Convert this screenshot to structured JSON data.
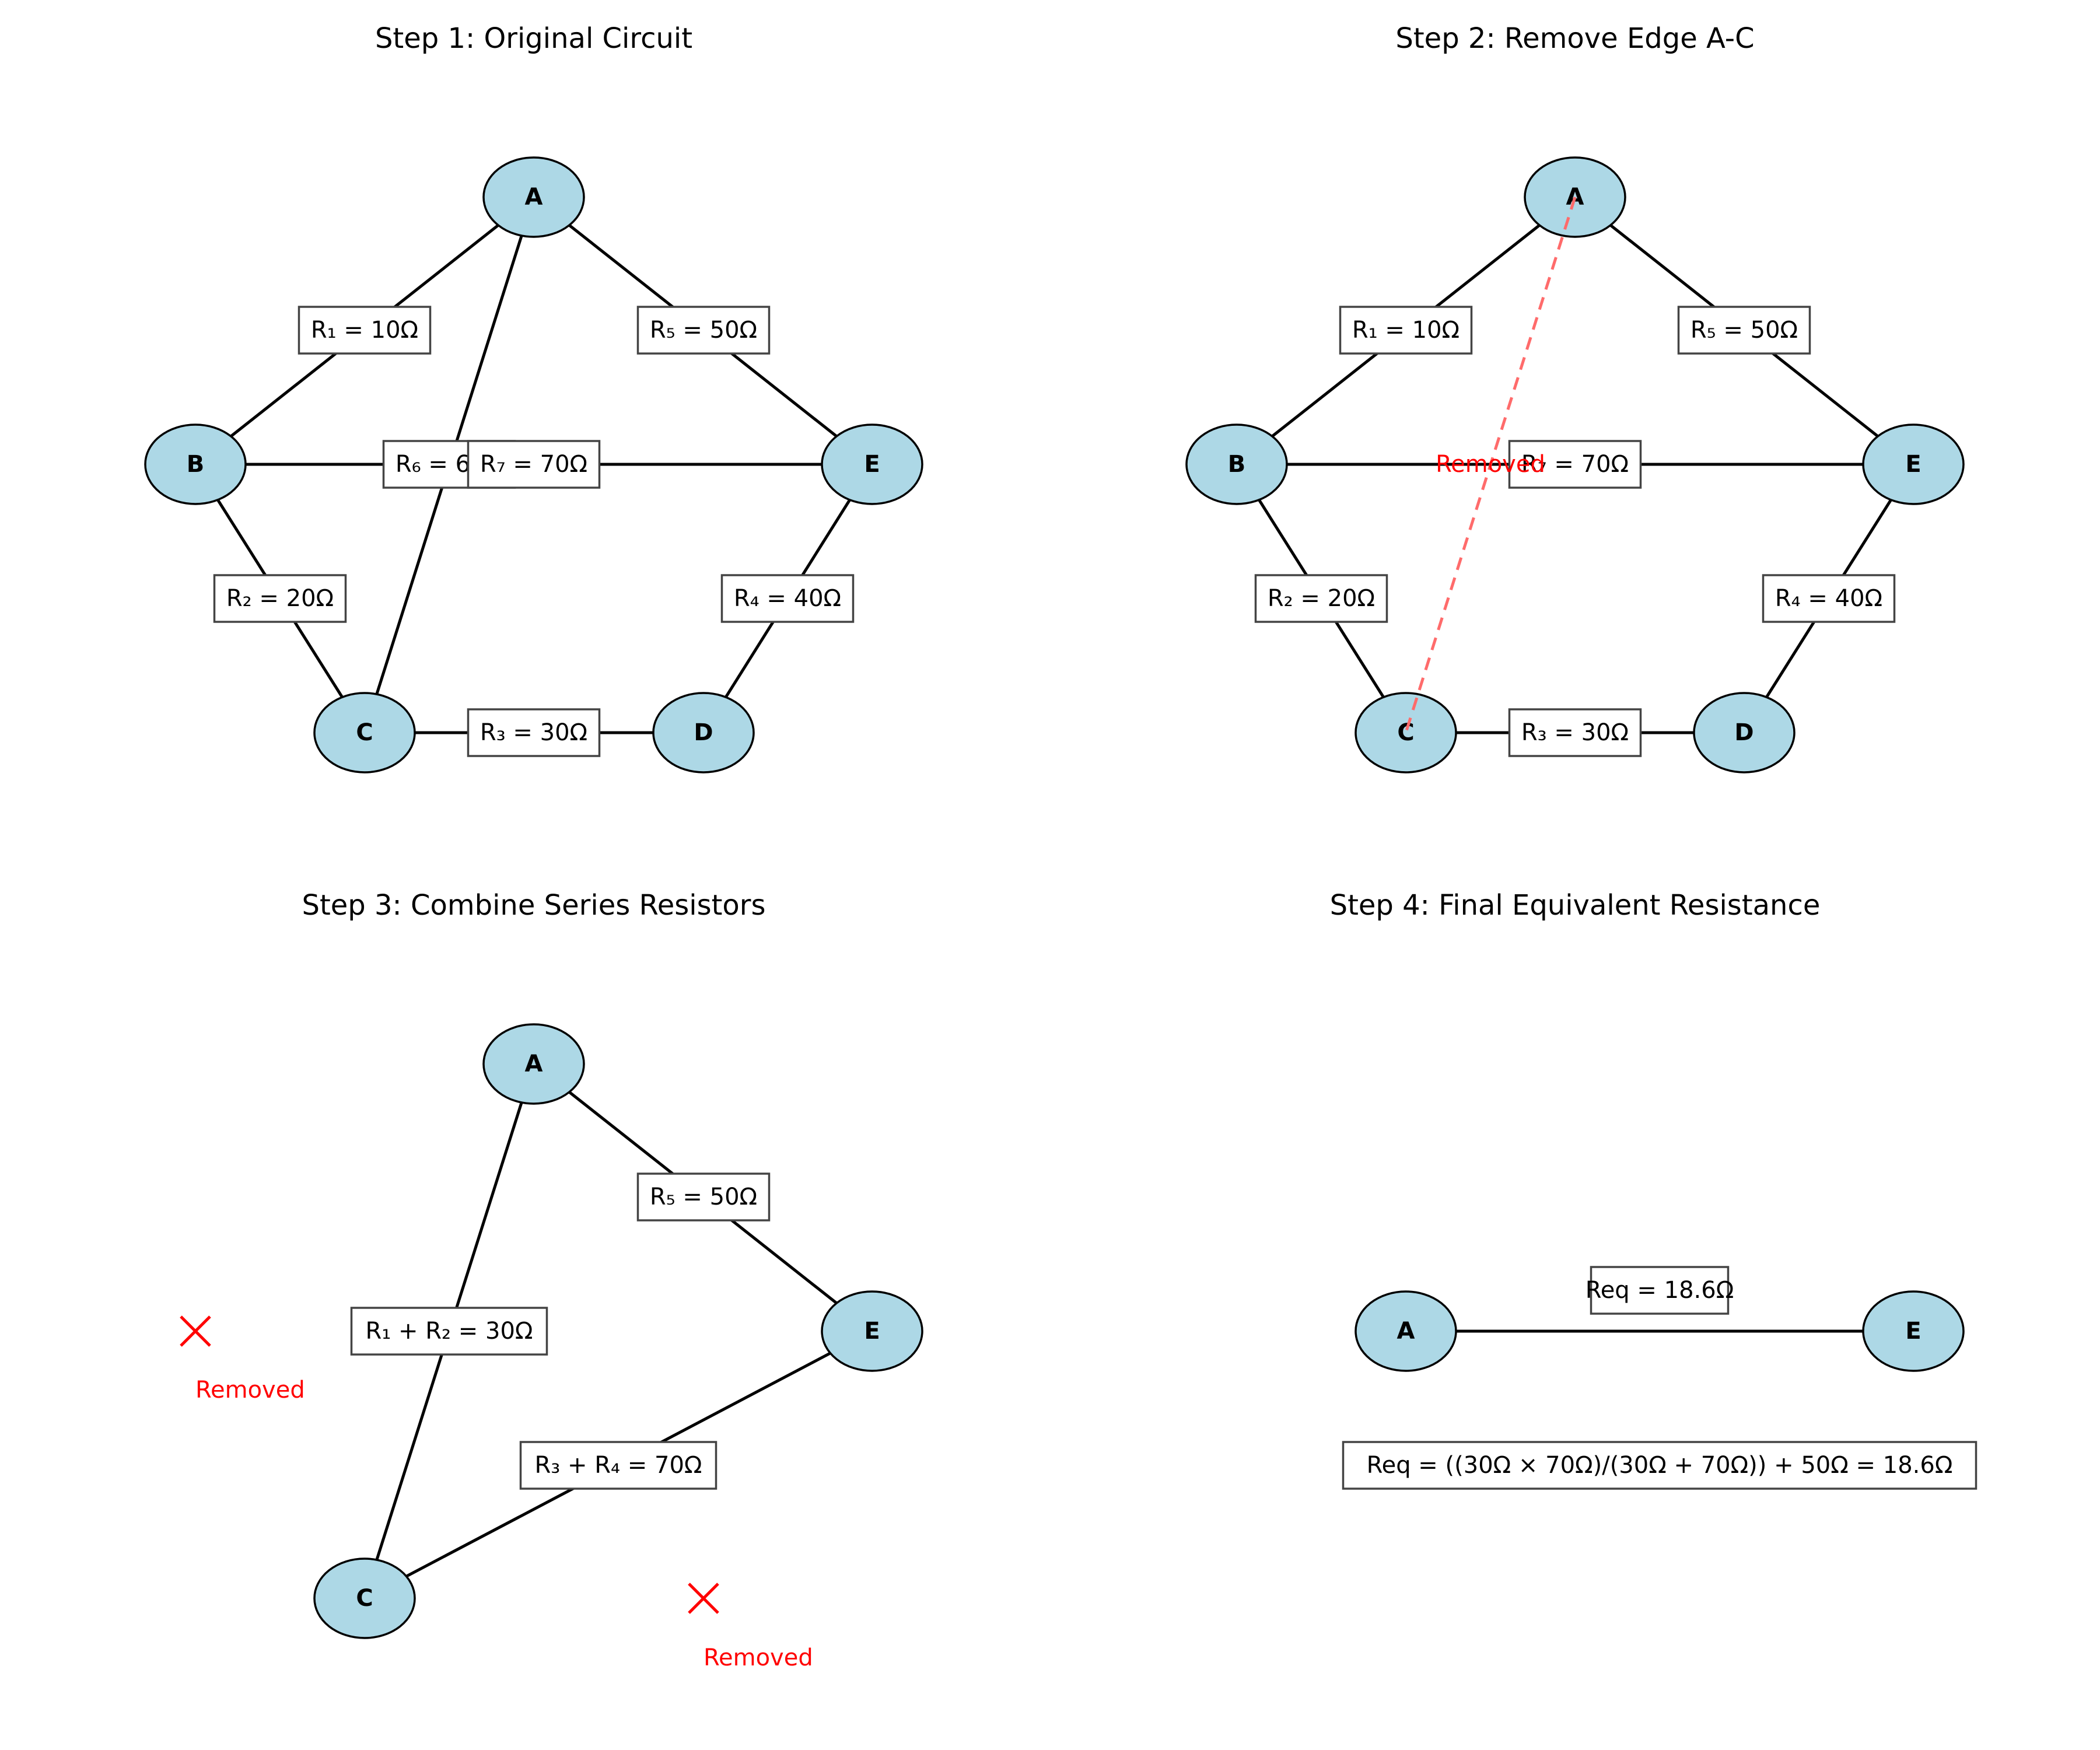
{
  "panels": {
    "step1": {
      "title": "Step 1: Original Circuit",
      "nodes": [
        "A",
        "B",
        "C",
        "D",
        "E"
      ],
      "resistors": [
        "R₁ = 10Ω",
        "R₂ = 20Ω",
        "R₃ = 30Ω",
        "R₄ = 40Ω",
        "R₅ = 50Ω",
        "R₆ = 60Ω",
        "R₇ = 70Ω"
      ]
    },
    "step2": {
      "title": "Step 2: Remove Edge A-C",
      "nodes": [
        "A",
        "B",
        "C",
        "D",
        "E"
      ],
      "resistors": [
        "R₁ = 10Ω",
        "R₂ = 20Ω",
        "R₃ = 30Ω",
        "R₄ = 40Ω",
        "R₅ = 50Ω",
        "R₇ = 70Ω"
      ],
      "removed_label": "Removed"
    },
    "step3": {
      "title": "Step 3: Combine Series Resistors",
      "nodes": [
        "A",
        "C",
        "E"
      ],
      "resistors": [
        "R₁ + R₂ = 30Ω",
        "R₃ + R₄ = 70Ω",
        "R₅ = 50Ω"
      ],
      "removed_label": "Removed"
    },
    "step4": {
      "title": "Step 4: Final Equivalent Resistance",
      "nodes": [
        "A",
        "E"
      ],
      "result": "Req = 18.6Ω",
      "formula": "Req = ((30Ω × 70Ω)/(30Ω + 70Ω)) + 50Ω = 18.6Ω"
    }
  }
}
